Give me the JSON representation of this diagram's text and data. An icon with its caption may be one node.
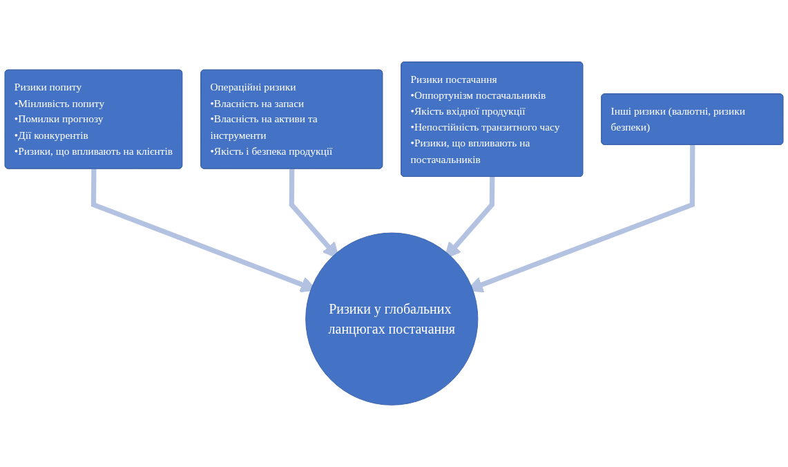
{
  "diagram": {
    "nodes": [
      {
        "text": [
          "Ризики попиту",
          "•Мінливість попиту",
          "•Помилки прогнозу",
          "•Дії конкурентів",
          "•Ризики, що впливають на клієнтів"
        ]
      },
      {
        "text": [
          "Операційні ризики",
          "•Власність на запаси",
          "•Власність на активи та інструменти",
          "•Якість і безпека продукції"
        ]
      },
      {
        "text": [
          "Ризики постачання",
          "•Оппортунізм постачальників",
          "•Якість вхідної продукції",
          "•Непостійність транзитного часу",
          "•Ризики, що впливають на постачальників"
        ]
      },
      {
        "text": [
          "Інші ризики (валютні, ризики безпеки)"
        ]
      },
      {
        "text": [
          "Ризики у глобальних ланцюгах постачання"
        ]
      }
    ],
    "edges": [
      {
        "from": 0,
        "to": 4,
        "arrow": "to"
      },
      {
        "from": 1,
        "to": 4,
        "arrow": "to"
      },
      {
        "from": 2,
        "to": 4,
        "arrow": "to"
      },
      {
        "from": 3,
        "to": 4,
        "arrow": "to"
      }
    ]
  }
}
